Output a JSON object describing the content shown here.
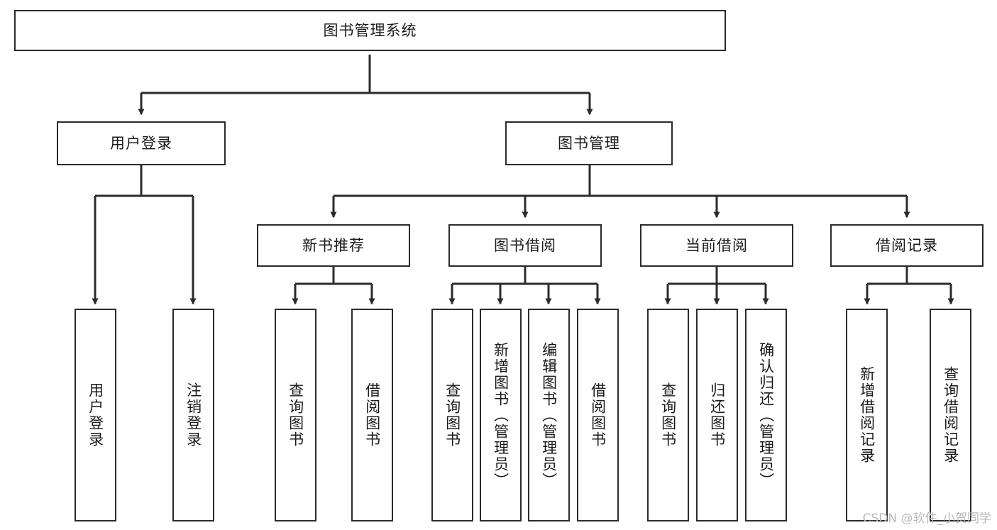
{
  "diagram": {
    "title_node": {
      "id": "root",
      "label": "图书管理系统"
    },
    "level2": [
      {
        "id": "login",
        "label": "用户登录"
      },
      {
        "id": "bookmgmt",
        "label": "图书管理"
      }
    ],
    "level3": [
      {
        "id": "newbook",
        "label": "新书推荐"
      },
      {
        "id": "borrow",
        "label": "图书借阅"
      },
      {
        "id": "current",
        "label": "当前借阅"
      },
      {
        "id": "records",
        "label": "借阅记录"
      }
    ],
    "leaves": [
      {
        "id": "leaf-user-login",
        "label": "用户登录",
        "parent": "login"
      },
      {
        "id": "leaf-logout",
        "label": "注销登录",
        "parent": "login"
      },
      {
        "id": "leaf-query-book-1",
        "label": "查询图书",
        "parent": "newbook"
      },
      {
        "id": "leaf-borrow-book-1",
        "label": "借阅图书",
        "parent": "newbook"
      },
      {
        "id": "leaf-query-book-2",
        "label": "查询图书",
        "parent": "borrow"
      },
      {
        "id": "leaf-add-book",
        "label": "新增图书（管理员）",
        "parent": "borrow"
      },
      {
        "id": "leaf-edit-book",
        "label": "编辑图书（管理员）",
        "parent": "borrow"
      },
      {
        "id": "leaf-borrow-book-2",
        "label": "借阅图书",
        "parent": "borrow"
      },
      {
        "id": "leaf-query-book-3",
        "label": "查询图书",
        "parent": "current"
      },
      {
        "id": "leaf-return-book",
        "label": "归还图书",
        "parent": "current"
      },
      {
        "id": "leaf-confirm-return",
        "label": "确认归还（管理员）",
        "parent": "current"
      },
      {
        "id": "leaf-add-record",
        "label": "新增借阅记录",
        "parent": "records"
      },
      {
        "id": "leaf-query-record",
        "label": "查询借阅记录",
        "parent": "records"
      }
    ],
    "watermark": "CSDN @软件_小贺同学",
    "colors": {
      "stroke": "#2b2b2b",
      "background": "#ffffff",
      "text": "#1a1a1a",
      "watermark": "#b9b9b9"
    }
  }
}
